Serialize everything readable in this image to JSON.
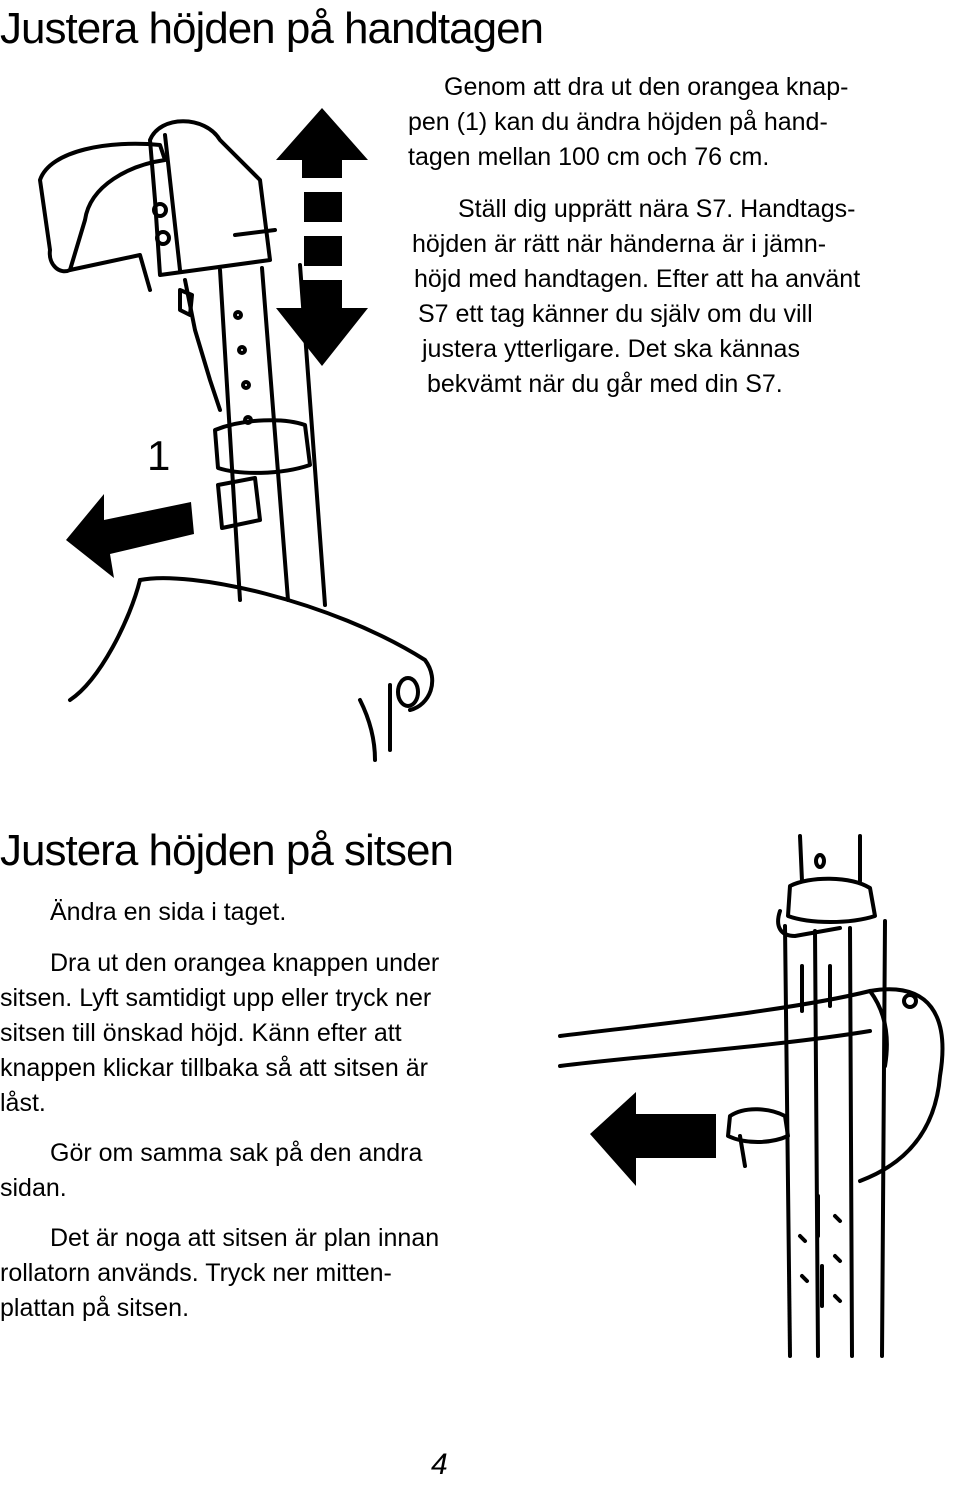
{
  "section1": {
    "title": "Justera höjden på handtagen",
    "para1": [
      "Genom att dra ut den orangea knap-",
      "pen (1) kan du ändra höjden på hand-",
      "tagen mellan 100 cm och 76 cm."
    ],
    "para2": [
      "Ställ dig upprätt nära S7. Handtags-",
      "höjden är rätt när händerna är i jämn-",
      "höjd med handtagen. Efter att ha använt",
      "S7 ett tag känner du själv om du vill",
      "justera ytterligare. Det ska kännas",
      "bekvämt när du går med din S7."
    ],
    "callout": "1",
    "illustration": "handle-height-adjustment-drawing"
  },
  "section2": {
    "title": "Justera höjden på sitsen",
    "lines": [
      "Ändra en sida i taget.",
      "Dra ut den orangea knappen under",
      "sitsen. Lyft samtidigt upp eller tryck ner",
      "sitsen till önskad höjd. Känn efter att",
      "knappen klickar tillbaka så att sitsen är",
      "låst.",
      "Gör om samma sak på den andra",
      "sidan.",
      "Det är noga att sitsen är plan innan",
      "rollatorn används. Tryck ner mitten-",
      "plattan på sitsen."
    ],
    "illustration": "seat-height-adjustment-drawing"
  },
  "page_number": "4"
}
